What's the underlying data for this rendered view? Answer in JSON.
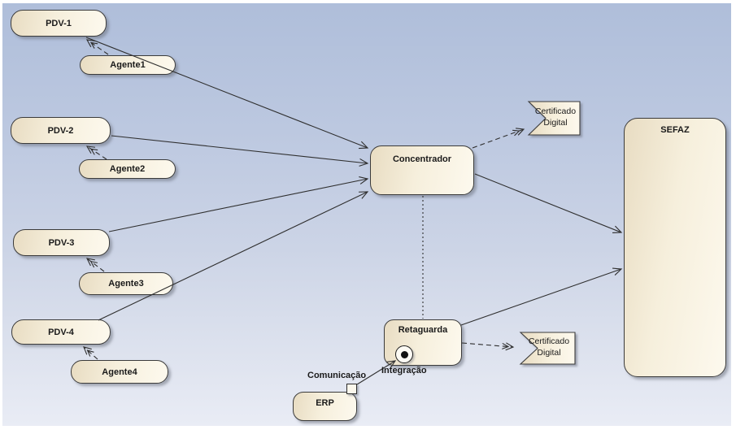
{
  "diagram": {
    "type": "uml-deployment-diagram",
    "nodes": {
      "pdv1": {
        "label": "PDV-1"
      },
      "pdv2": {
        "label": "PDV-2"
      },
      "pdv3": {
        "label": "PDV-3"
      },
      "pdv4": {
        "label": "PDV-4"
      },
      "agente1": {
        "label": "Agente1"
      },
      "agente2": {
        "label": "Agente2"
      },
      "agente3": {
        "label": "Agente3"
      },
      "agente4": {
        "label": "Agente4"
      },
      "concentrador": {
        "label": "Concentrador"
      },
      "retaguarda": {
        "label": "Retaguarda"
      },
      "erp": {
        "label": "ERP"
      },
      "sefaz": {
        "label": "SEFAZ"
      },
      "certificado_digital_1": {
        "line1": "Certificado",
        "line2": "Digital"
      },
      "certificado_digital_2": {
        "line1": "Certificado",
        "line2": "Digital"
      }
    },
    "port_labels": {
      "comunicacao": "Comunicação",
      "integracao": "Integração"
    },
    "colors": {
      "background_top": "#afbeda",
      "background_bottom": "#e9ecf5",
      "node_fill_dark": "#e8dcc2",
      "node_fill_light": "#fdf9ee",
      "node_border": "#3b3b3b",
      "connector": "#2f2f2f",
      "text": "#1a1a1a",
      "page_margin": "#ffffff"
    }
  }
}
